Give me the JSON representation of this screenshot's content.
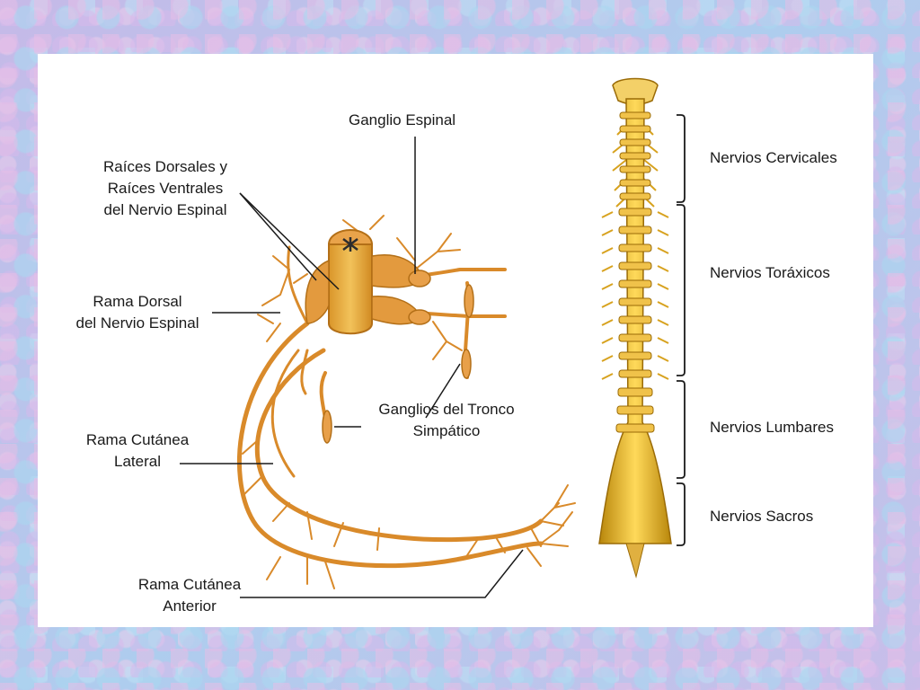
{
  "labels": {
    "ganglio_espinal": [
      "Ganglio Espinal"
    ],
    "raices": [
      "Raíces Dorsales y",
      "Raíces Ventrales",
      "del Nervio Espinal"
    ],
    "rama_dorsal": [
      "Rama Dorsal",
      "del Nervio Espinal"
    ],
    "ganglios_tronco": [
      "Ganglios del Tronco",
      "Simpático"
    ],
    "rama_cutanea_lateral": [
      "Rama Cutánea",
      "Lateral"
    ],
    "rama_cutanea_anterior": [
      "Rama Cutánea",
      "Anterior"
    ],
    "nervios_cervicales": [
      "Nervios Cervicales"
    ],
    "nervios_toraxicos": [
      "Nervios Toráxicos"
    ],
    "nervios_lumbares": [
      "Nervios Lumbares"
    ],
    "nervios_sacros": [
      "Nervios Sacros"
    ]
  },
  "colors": {
    "nerve": "#d98a2a",
    "nerve_light": "#f0b45a",
    "cord": "#e8b84a",
    "cord_dark": "#c78a1e",
    "leader": "#1a1a1a"
  }
}
